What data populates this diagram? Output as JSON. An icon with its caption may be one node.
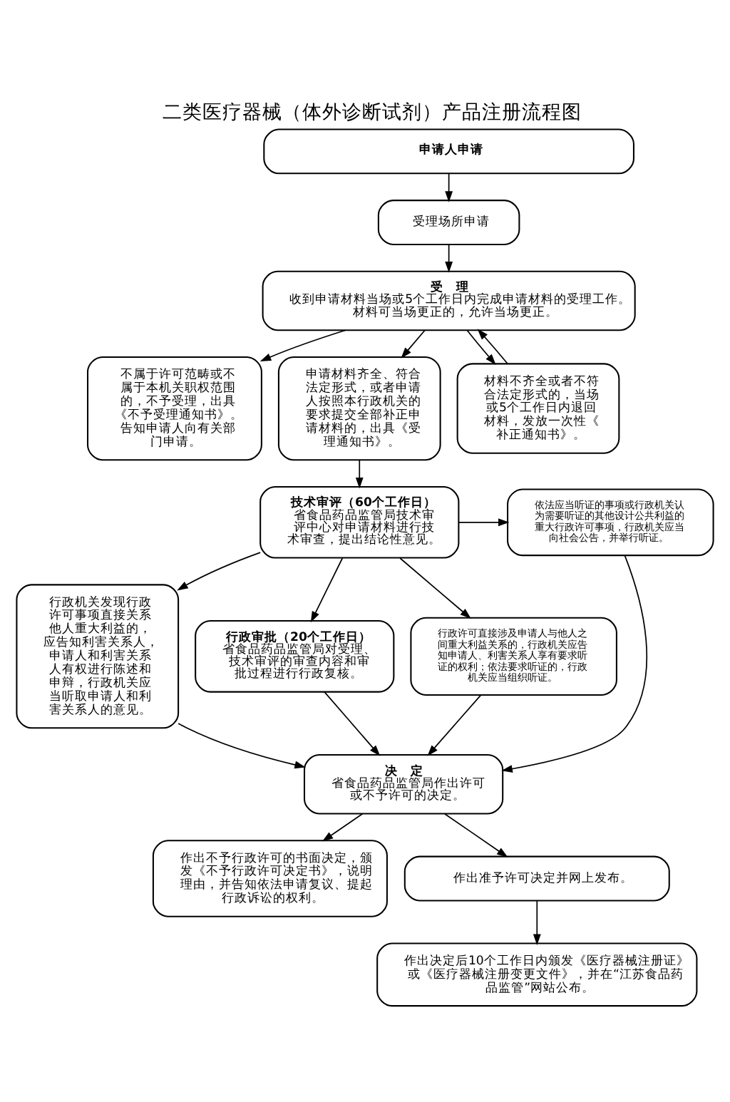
{
  "diagram": {
    "title": "二类医疗器械（体外诊断试剂）产品注册流程图",
    "nodes": [
      {
        "text": [
          "申请人申请"
        ]
      },
      {
        "text": [
          "受理场所申请"
        ]
      },
      {
        "text": [
          "受　理",
          "收到申请材料当场或5个工作日内完成申请材料的受理工作。",
          "材料可当场更正的，允许当场更正。"
        ]
      },
      {
        "text": [
          "不属于许可范畴或不属于本机关职权范围的，不予受理，出具《不予受理通知书》。告知申请人向有关部门申请。"
        ]
      },
      {
        "text": [
          "申请材料齐全、符合法定形式，或者申请人按照本行政机关的要求提交全部补正申请材料的，出具《受理通知书》。"
        ]
      },
      {
        "text": [
          "材料不齐全或者不符合法定形式的，当场或5个工作日内退回材料，发放一次性《补正通知书》。"
        ]
      },
      {
        "text": [
          "行政机关发现行政许可事项直接关系他人重大利益的，应告知利害关系人，申请人和利害关系人有权进行陈述和申辩，行政机关应当听取申请人和利害关系人的意见。"
        ]
      },
      {
        "text": [
          "技术审评（60个工作日）",
          "省食品药品监管局技术审评中心对申请材料进行技术审查，提出结论性意见。"
        ]
      },
      {
        "text": [
          "依法应当听证的事项或行政机关认为需要听证的其他设计公共利益的重大行政许可事项，行政机关应当向社会公告，并举行听证。"
        ]
      },
      {
        "text": [
          "行政许可直接涉及申请人与他人之间重大利益关系的，行政机关应告知申请人、利害关系人享有要求听证的权利；依法要求听证的，行政机关应当组织听证。"
        ]
      },
      {
        "text": [
          "行政审批（20个工作日）",
          "省食品药品监管局对受理、技术审评的审查内容和审批过程进行行政复核。"
        ]
      },
      {
        "text": [
          "决　定",
          "省食品药品监管局作出许可或不予许可的决定。"
        ]
      },
      {
        "text": [
          "作出不予行政许可的书面决定，颁发《不予行政许可决定书》，说明理由，并告知依法申请复议、提起行政诉讼的权利。"
        ]
      },
      {
        "text": [
          "作出准予许可决定并网上发布。"
        ]
      },
      {
        "text": [
          "作出决定后10个工作日内颁发《医疗器械注册证》或《医疗器械注册变更文件》，并在“江苏食品药品监管”网站公布。"
        ]
      }
    ],
    "edges": [
      {
        "from": 0,
        "to": 1,
        "arrow": "to"
      },
      {
        "from": 1,
        "to": 2,
        "arrow": "to"
      },
      {
        "from": 2,
        "to": 3,
        "arrow": "to"
      },
      {
        "from": 2,
        "to": 4,
        "arrow": "to"
      },
      {
        "from": 2,
        "to": 5,
        "arrow": "to"
      },
      {
        "from": 5,
        "to": 2,
        "arrow": "to"
      },
      {
        "from": 4,
        "to": 7,
        "arrow": "to"
      },
      {
        "from": 7,
        "to": 6,
        "arrow": "to"
      },
      {
        "from": 7,
        "to": 10,
        "arrow": "to"
      },
      {
        "from": 7,
        "to": 8,
        "arrow": "to"
      },
      {
        "from": 7,
        "to": 9,
        "arrow": "to"
      },
      {
        "from": 6,
        "to": 11,
        "arrow": "to"
      },
      {
        "from": 10,
        "to": 11,
        "arrow": "to"
      },
      {
        "from": 8,
        "to": 11,
        "arrow": "to"
      },
      {
        "from": 9,
        "to": 11,
        "arrow": "to"
      },
      {
        "from": 11,
        "to": 12,
        "arrow": "to"
      },
      {
        "from": 11,
        "to": 13,
        "arrow": "to"
      },
      {
        "from": 13,
        "to": 14,
        "arrow": "to"
      }
    ]
  }
}
